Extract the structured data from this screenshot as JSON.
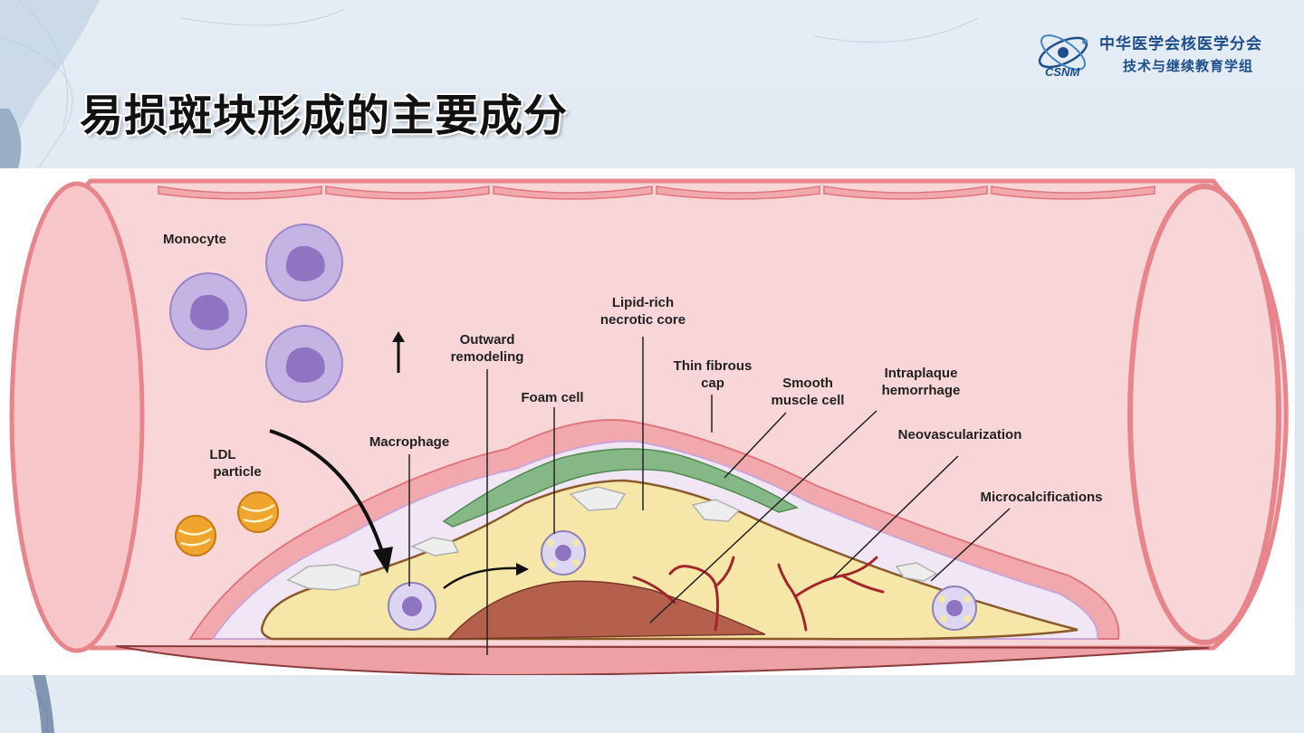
{
  "slide": {
    "title": "易损斑块形成的主要成分"
  },
  "logo": {
    "org_line1": "中华医学会核医学分会",
    "org_line2": "技术与继续教育学组",
    "abbr": "CSNM"
  },
  "diagram": {
    "labels": {
      "monocyte": "Monocyte",
      "ldl_line1": "LDL",
      "ldl_line2": "particle",
      "macrophage": "Macrophage",
      "outward_line1": "Outward",
      "outward_line2": "remodeling",
      "foam_cell": "Foam cell",
      "lipid_line1": "Lipid-rich",
      "lipid_line2": "necrotic core",
      "cap_line1": "Thin fibrous",
      "cap_line2": "cap",
      "smc_line1": "Smooth",
      "smc_line2": "muscle cell",
      "iph_line1": "Intraplaque",
      "iph_line2": "hemorrhage",
      "neovasc": "Neovascularization",
      "microcalc": "Microcalcifications"
    },
    "colors": {
      "vessel_wall": "#e7858b",
      "lumen": "#f8d6d8",
      "plaque_core": "#f6e6a8",
      "hemorrhage": "#b5604c",
      "monocyte": "#c4b3e3",
      "ldl": "#f0a62e",
      "smooth_muscle": "#86b786"
    }
  }
}
